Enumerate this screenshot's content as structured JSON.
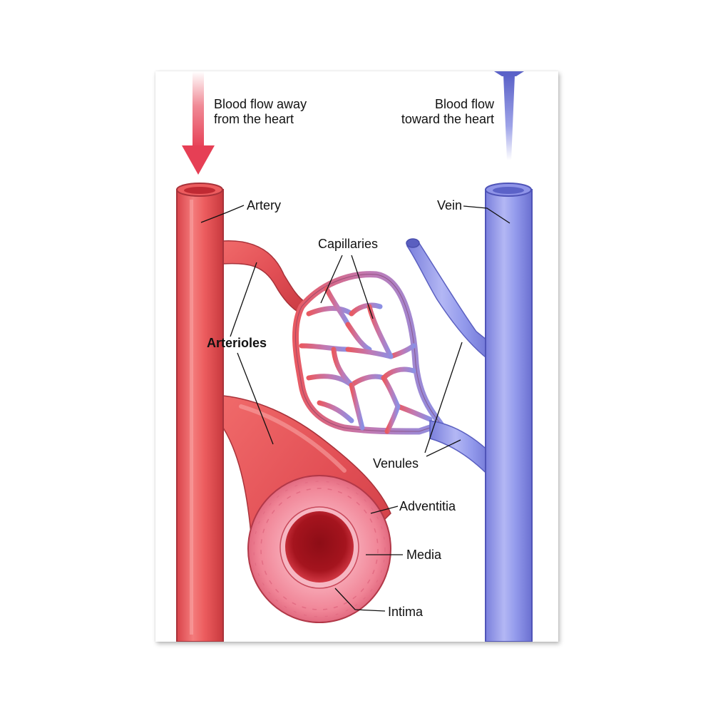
{
  "labels": {
    "flow_away_line1": "Blood flow away",
    "flow_away_line2": "from the heart",
    "flow_toward_line1": "Blood flow",
    "flow_toward_line2": "toward the heart",
    "artery": "Artery",
    "vein": "Vein",
    "capillaries": "Capillaries",
    "arterioles": "Arterioles",
    "venules": "Venules",
    "adventitia": "Adventitia",
    "media": "Media",
    "intima": "Intima"
  },
  "colors": {
    "artery": "#ec5c5e",
    "artery_dark": "#c73a3d",
    "vein": "#8f94e8",
    "vein_dark": "#6a6fd0",
    "wall": "#f28ea0",
    "lumen": "#a5141e",
    "arrow_red": "#e63f55",
    "arrow_blue": "#5b62c8"
  }
}
